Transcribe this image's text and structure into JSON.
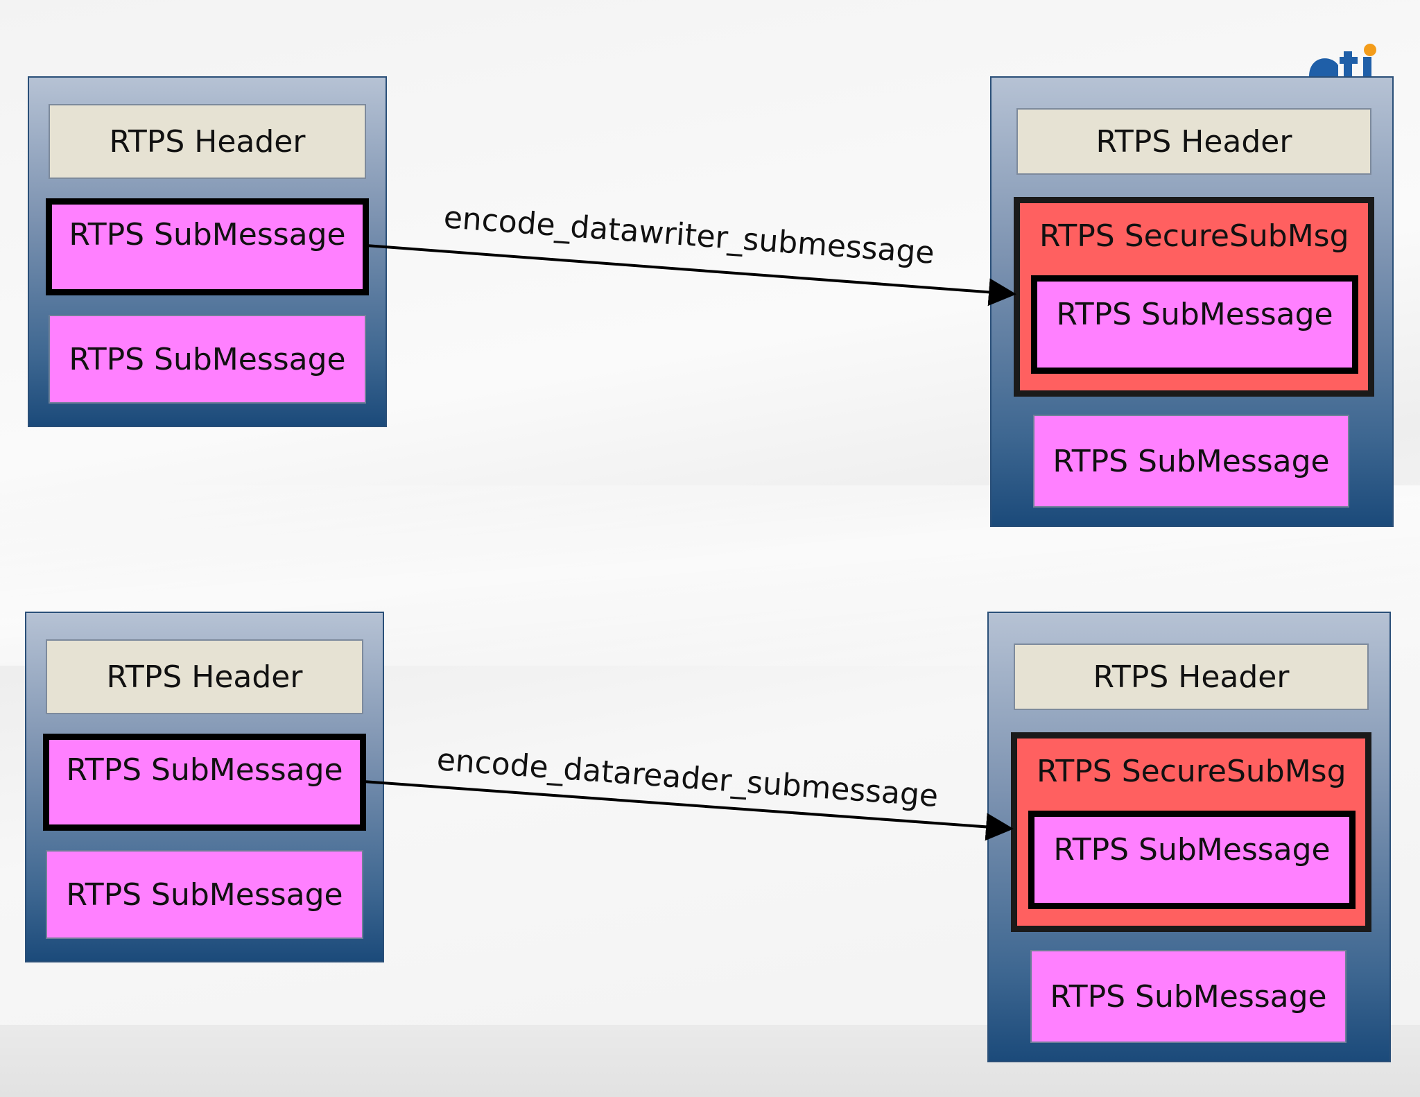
{
  "top": {
    "source": {
      "header": "RTPS Header",
      "submsg_selected": "RTPS SubMessage",
      "submsg_other": "RTPS SubMessage"
    },
    "operation": "encode_datawriter_submessage",
    "target": {
      "header": "RTPS Header",
      "secure_label": "RTPS SecureSubMsg",
      "inner_submsg": "RTPS SubMessage",
      "submsg_other": "RTPS SubMessage"
    }
  },
  "bottom": {
    "source": {
      "header": "RTPS Header",
      "submsg_selected": "RTPS SubMessage",
      "submsg_other": "RTPS SubMessage"
    },
    "operation": "encode_datareader_submessage",
    "target": {
      "header": "RTPS Header",
      "secure_label": "RTPS SecureSubMsg",
      "inner_submsg": "RTPS SubMessage",
      "submsg_other": "RTPS SubMessage"
    }
  },
  "colors": {
    "header": "#e6e2d3",
    "submessage": "#ff80ff",
    "secure_submessage": "#ff6060",
    "packet_top": "#b6c2d4",
    "packet_bottom": "#1b4a7a",
    "logo_blue": "#1f5fa8",
    "logo_orange": "#f39c1a"
  },
  "icons": {
    "logo": "rti-logo"
  }
}
